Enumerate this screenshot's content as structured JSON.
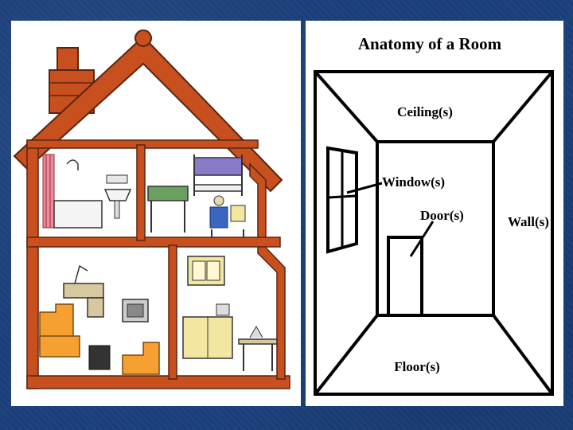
{
  "diagram": {
    "title": "Anatomy of a Room",
    "labels": {
      "ceiling": "Ceiling(s)",
      "window": "Window(s)",
      "door": "Door(s)",
      "wall": "Wall(s)",
      "floor": "Floor(s)"
    }
  },
  "colors": {
    "background": "#1b3f7a",
    "house_frame": "#c8501e",
    "sofa": "#f5a030",
    "cabinet": "#f2e6a0",
    "bunk": "#8a7ac8",
    "shirt": "#3a66c0",
    "curtain": "#f08a9a"
  }
}
